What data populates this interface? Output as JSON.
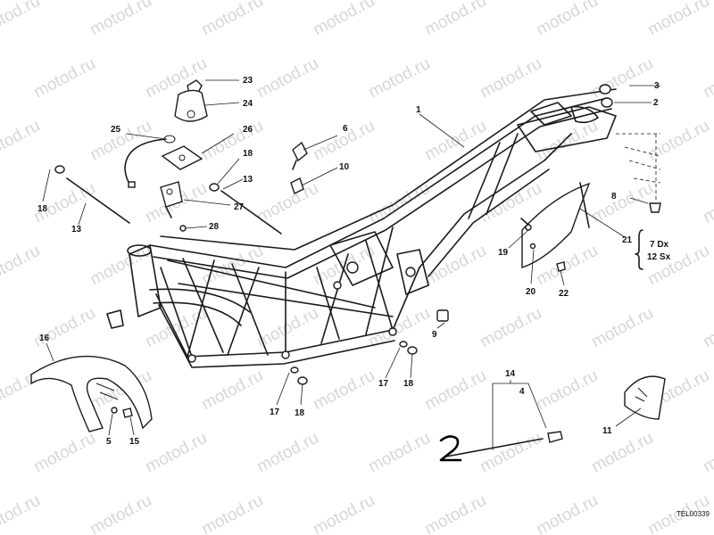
{
  "watermark": {
    "text": "motod.ru"
  },
  "reference": {
    "code": "TEL00339"
  },
  "callouts": [
    {
      "id": "c1",
      "text": "1"
    },
    {
      "id": "c2",
      "text": "2"
    },
    {
      "id": "c3",
      "text": "3"
    },
    {
      "id": "c4",
      "text": "4"
    },
    {
      "id": "c5",
      "text": "5"
    },
    {
      "id": "c6",
      "text": "6"
    },
    {
      "id": "c8",
      "text": "8"
    },
    {
      "id": "c9",
      "text": "9"
    },
    {
      "id": "c10",
      "text": "10"
    },
    {
      "id": "c11",
      "text": "11"
    },
    {
      "id": "c13a",
      "text": "13"
    },
    {
      "id": "c13b",
      "text": "13"
    },
    {
      "id": "c14",
      "text": "14"
    },
    {
      "id": "c15",
      "text": "15"
    },
    {
      "id": "c16",
      "text": "16"
    },
    {
      "id": "c17a",
      "text": "17"
    },
    {
      "id": "c17b",
      "text": "17"
    },
    {
      "id": "c18a",
      "text": "18"
    },
    {
      "id": "c18b",
      "text": "18"
    },
    {
      "id": "c18c",
      "text": "18"
    },
    {
      "id": "c18d",
      "text": "18"
    },
    {
      "id": "c19",
      "text": "19"
    },
    {
      "id": "c20",
      "text": "20"
    },
    {
      "id": "c21",
      "text": "21"
    },
    {
      "id": "c22",
      "text": "22"
    },
    {
      "id": "c23",
      "text": "23"
    },
    {
      "id": "c24",
      "text": "24"
    },
    {
      "id": "c25",
      "text": "25"
    },
    {
      "id": "c26",
      "text": "26"
    },
    {
      "id": "c27",
      "text": "27"
    },
    {
      "id": "c28",
      "text": "28"
    },
    {
      "id": "c7dx",
      "text": "7 Dx"
    },
    {
      "id": "c12sx",
      "text": "12 Sx"
    }
  ]
}
